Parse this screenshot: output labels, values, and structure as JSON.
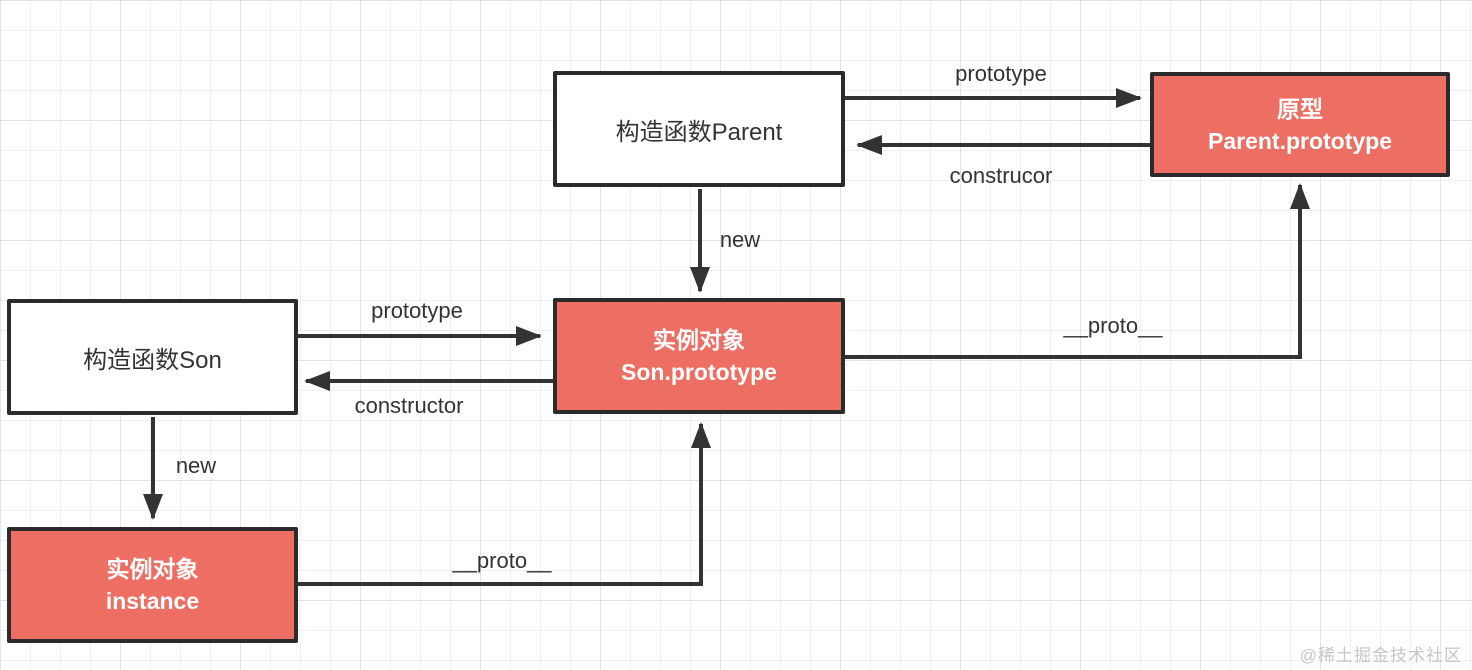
{
  "diagram": {
    "nodes": {
      "parent_constructor": {
        "label": "构造函数Parent"
      },
      "parent_prototype": {
        "line1": "原型",
        "line2": "Parent.prototype"
      },
      "son_constructor": {
        "label": "构造函数Son"
      },
      "son_prototype": {
        "line1": "实例对象",
        "line2": "Son.prototype"
      },
      "instance": {
        "line1": "实例对象",
        "line2": "instance"
      }
    },
    "edge_labels": {
      "parent_to_prototype": "prototype",
      "prototype_to_parent": "construcor",
      "parent_new": "new",
      "son_to_prototype": "prototype",
      "prototype_to_son": "constructor",
      "son_new": "new",
      "son_prototype_proto": "__proto__",
      "instance_proto": "__proto__"
    },
    "colors": {
      "accent_fill": "#ED6E63",
      "plain_fill": "#FFFFFF",
      "stroke": "#333333",
      "border": "#2B2B2B",
      "grid_line": "#E7E7EE"
    }
  },
  "watermark": "@稀土掘金技术社区"
}
